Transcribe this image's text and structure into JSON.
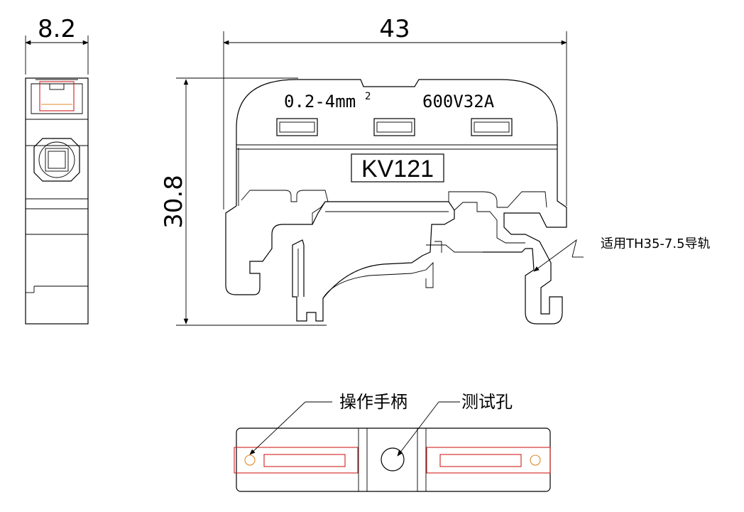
{
  "dimensions": {
    "width_side": "8.2",
    "width_front": "43",
    "height_front": "30.8"
  },
  "front_labels": {
    "wire_range": "0.2-4mm",
    "wire_range_sup": "2",
    "rating": "600V32A",
    "model": "KV121"
  },
  "callouts": {
    "rail": "适用TH35-7.5导轨",
    "handle": "操作手柄",
    "test_hole": "测试孔"
  },
  "colors": {
    "outline": "#000000",
    "highlight_red": "#d21f1f",
    "highlight_orange": "#e08a2a"
  }
}
